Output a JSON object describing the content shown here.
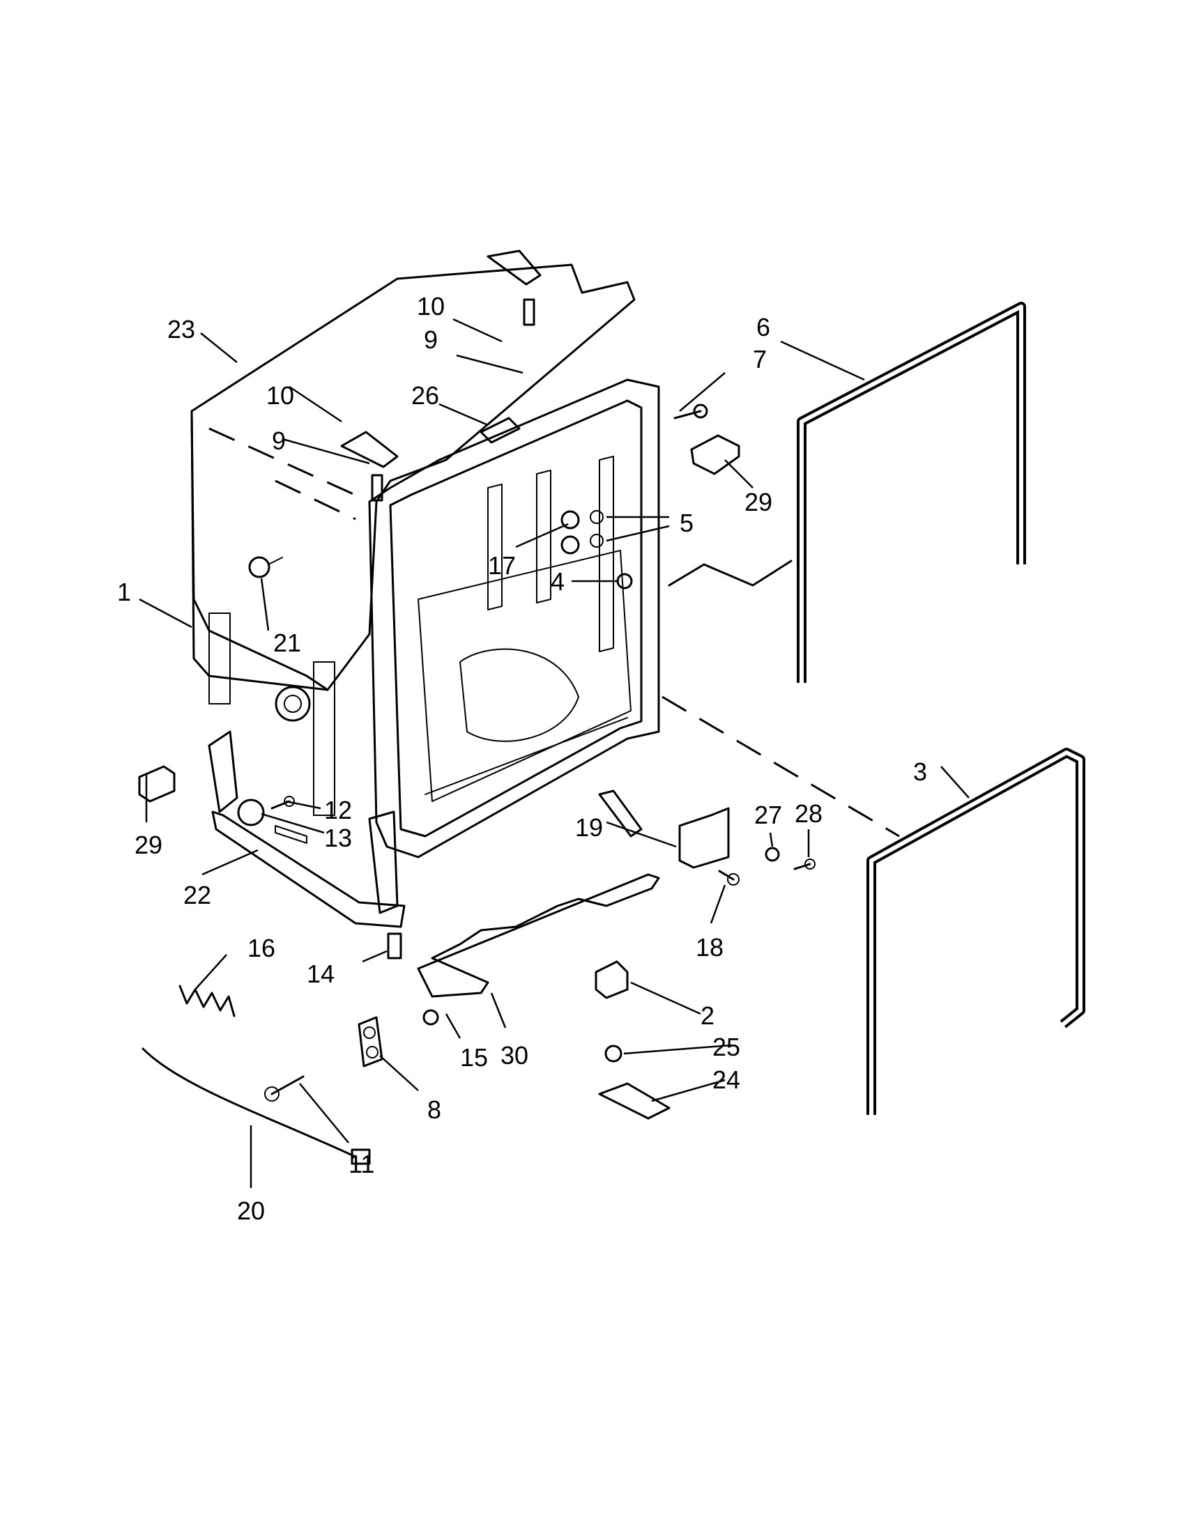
{
  "callouts": [
    {
      "id": "c1",
      "label": "1"
    },
    {
      "id": "c2",
      "label": "2"
    },
    {
      "id": "c3",
      "label": "3"
    },
    {
      "id": "c4",
      "label": "4"
    },
    {
      "id": "c5",
      "label": "5"
    },
    {
      "id": "c6",
      "label": "6"
    },
    {
      "id": "c7",
      "label": "7"
    },
    {
      "id": "c8",
      "label": "8"
    },
    {
      "id": "c9a",
      "label": "9"
    },
    {
      "id": "c9b",
      "label": "9"
    },
    {
      "id": "c10a",
      "label": "10"
    },
    {
      "id": "c10b",
      "label": "10"
    },
    {
      "id": "c11",
      "label": "11"
    },
    {
      "id": "c12",
      "label": "12"
    },
    {
      "id": "c13",
      "label": "13"
    },
    {
      "id": "c14",
      "label": "14"
    },
    {
      "id": "c15",
      "label": "15"
    },
    {
      "id": "c16",
      "label": "16"
    },
    {
      "id": "c17",
      "label": "17"
    },
    {
      "id": "c18",
      "label": "18"
    },
    {
      "id": "c19",
      "label": "19"
    },
    {
      "id": "c20",
      "label": "20"
    },
    {
      "id": "c21",
      "label": "21"
    },
    {
      "id": "c22",
      "label": "22"
    },
    {
      "id": "c23",
      "label": "23"
    },
    {
      "id": "c24",
      "label": "24"
    },
    {
      "id": "c25",
      "label": "25"
    },
    {
      "id": "c26",
      "label": "26"
    },
    {
      "id": "c27",
      "label": "27"
    },
    {
      "id": "c28",
      "label": "28"
    },
    {
      "id": "c29a",
      "label": "29"
    },
    {
      "id": "c29b",
      "label": "29"
    },
    {
      "id": "c30",
      "label": "30"
    }
  ]
}
